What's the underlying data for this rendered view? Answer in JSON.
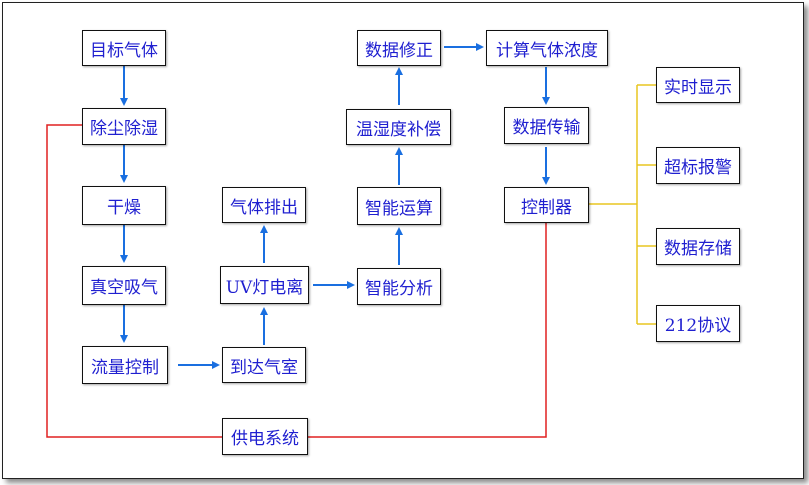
{
  "nodes": {
    "target_gas": "目标气体",
    "dust_dehumidify": "除尘除湿",
    "dry": "干燥",
    "vacuum_suction": "真空吸气",
    "flow_control": "流量控制",
    "reach_chamber": "到达气室",
    "uv_lamp_ionize": "UV灯电离",
    "gas_exhaust": "气体排出",
    "smart_analysis": "智能分析",
    "smart_compute": "智能运算",
    "temp_humidity_comp": "温湿度补偿",
    "data_correction": "数据修正",
    "calc_concentration": "计算气体浓度",
    "data_transmission": "数据传输",
    "controller": "控制器",
    "power_system": "供电系统",
    "realtime_display": "实时显示",
    "over_limit_alarm": "超标报警",
    "data_storage": "数据存储",
    "protocol_212": "212协议"
  },
  "colors": {
    "arrow": "#1a6fe0",
    "power_line": "#e02020",
    "output_line": "#e8c520",
    "text": "#1f1fd0",
    "border": "#111111"
  }
}
